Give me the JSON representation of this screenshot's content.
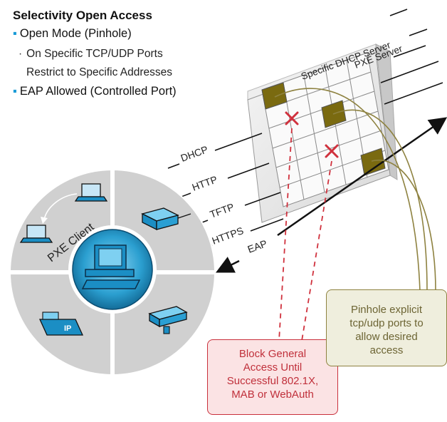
{
  "title": "Selectivity Open Access",
  "bullets": {
    "open_mode": "Open Mode (Pinhole)",
    "sub1": "On Specific TCP/UDP Ports",
    "sub2": "Restrict to Specific Addresses",
    "eap": "EAP Allowed (Controlled Port)"
  },
  "servers": {
    "dhcp_server": "Specific DHCP Server",
    "pxe_server": "PXE Server"
  },
  "protocols": [
    "DHCP",
    "HTTP",
    "TFTP",
    "HTTPS",
    "EAP"
  ],
  "client_label": "PXE Client",
  "phone_label": "IP",
  "callouts": {
    "block": [
      "Block General",
      "Access Until",
      "Successful 802.1X,",
      "MAB or WebAuth"
    ],
    "pinhole": [
      "Pinhole explicit",
      "tcp/udp ports to",
      "allow desired",
      "access"
    ]
  },
  "colors": {
    "accent_blue": "#1a9bd7",
    "block_red": "#c9303c",
    "pinhole_olive": "#8e8240",
    "open_cell": "#7a6a10"
  }
}
